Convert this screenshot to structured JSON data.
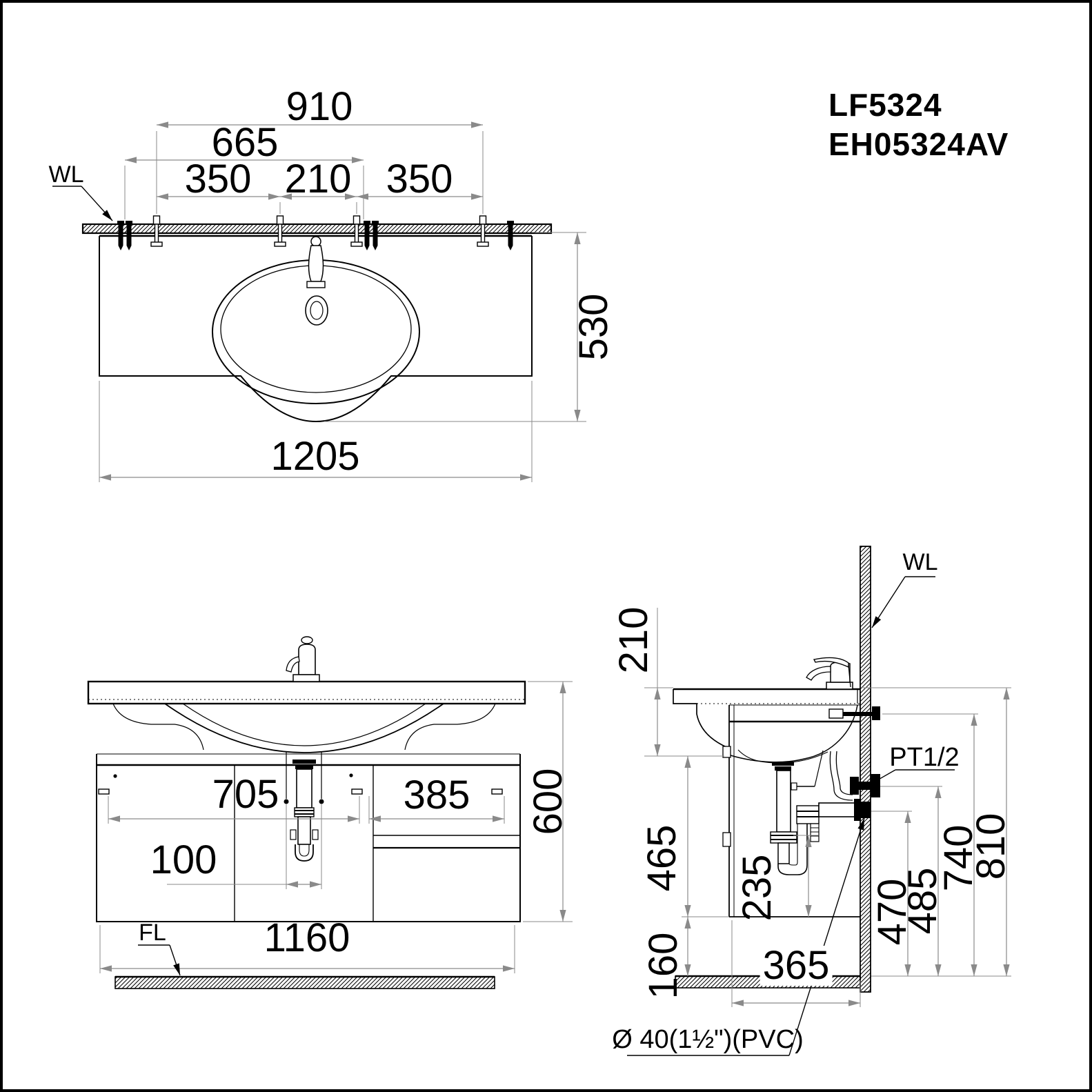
{
  "drawing": {
    "product_codes": [
      "LF5324",
      "EH05324AV"
    ],
    "views": {
      "top": {
        "wall_label": "WL",
        "dims": {
          "hole_span": "910",
          "left_span": "665",
          "left_pitch": "350",
          "center_pitch": "210",
          "right_pitch": "350",
          "depth": "530",
          "width": "1205"
        }
      },
      "front": {
        "floor_label": "FL",
        "dims": {
          "left_door_width": "705",
          "right_door_width": "385",
          "drain_offset": "100",
          "cabinet_height": "600",
          "cabinet_width": "1160"
        }
      },
      "side": {
        "wall_label": "WL",
        "supply_label": "PT1/2",
        "drain_pipe_label": "Ø 40(1½\")(PVC)",
        "dims": {
          "rim_to_bowl": "210",
          "front_height": "465",
          "trap_clearance": "235",
          "floor_gap": "160",
          "cabinet_depth": "365",
          "drain_height": "470",
          "supply_height": "485",
          "bolt_height": "740",
          "rim_height": "810"
        }
      }
    }
  }
}
